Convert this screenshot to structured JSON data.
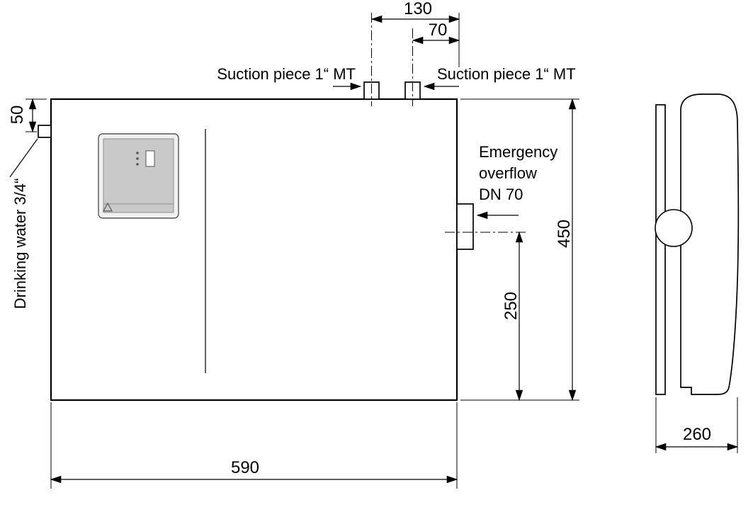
{
  "colors": {
    "line": "#000000",
    "panel_face": "#c9c9c9",
    "background": "#ffffff"
  },
  "labels": {
    "suction_left": "Suction piece 1“ MT",
    "suction_right": "Suction piece 1“ MT",
    "drinking_water": "Drinking water 3/4“",
    "overflow": [
      "Emergency",
      "overflow",
      "DN 70"
    ]
  },
  "dims": {
    "top_total": "130",
    "top_inner": "70",
    "inlet_offset": "50",
    "height": "450",
    "overflow_height": "250",
    "width": "590",
    "depth": "260"
  }
}
